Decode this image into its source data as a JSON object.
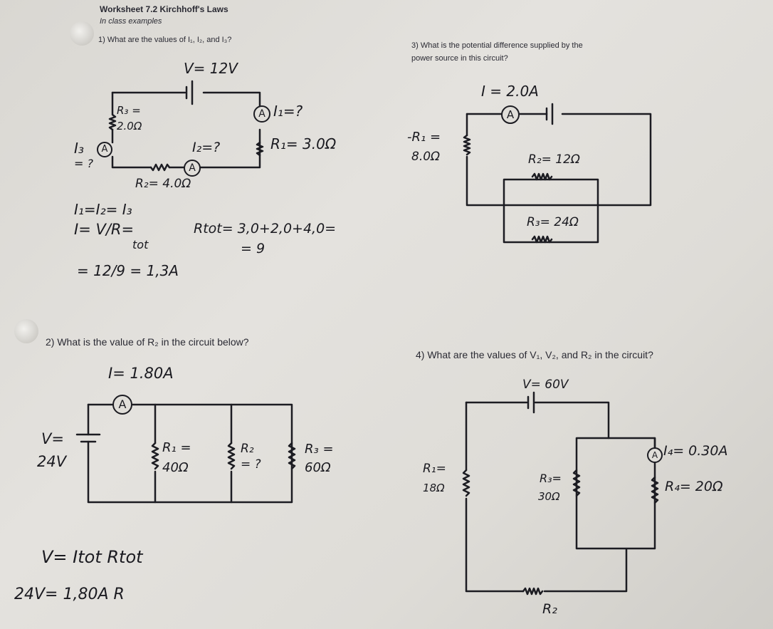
{
  "header": {
    "title": "Worksheet 7.2 Kirchhoff's Laws",
    "subtitle": "In class examples"
  },
  "q1": {
    "question": "1) What are the values of I₁, I₂, and I₃?",
    "voltage": "V= 12V",
    "r3": "R₃ =",
    "r3_val": "2.0Ω",
    "i1": "I₁=?",
    "r1": "R₁= 3.0Ω",
    "i3": "I₃",
    "i3_q": "= ?",
    "i2": "I₂=?",
    "r2": "R₂= 4.0Ω",
    "work_1": "I₁=I₂= I₃",
    "work_2": "I= V/R=",
    "work_2b": "tot",
    "work_3": "Rtot= 3,0+2,0+4,0=",
    "work_4": "= 9",
    "work_5": "= 12/9 = 1,3A"
  },
  "q2": {
    "question": "2) What is the value of R₂ in the circuit below?",
    "current": "I= 1.80A",
    "voltage_a": "V=",
    "voltage_b": "24V",
    "r1_a": "R₁ =",
    "r1_b": "40Ω",
    "r2_a": "R₂",
    "r2_b": "= ?",
    "r3_a": "R₃ =",
    "r3_b": "60Ω",
    "work_1": "V= Itot Rtot",
    "work_2": "24V= 1,80A R"
  },
  "q3": {
    "question_1": "3) What is the potential difference supplied by the",
    "question_2": "power source in this circuit?",
    "current": "I = 2.0A",
    "r1_a": "-R₁ =",
    "r1_b": "8.0Ω",
    "r2": "R₂= 12Ω",
    "r3": "R₃= 24Ω"
  },
  "q4": {
    "question": "4) What are the values of V₁, V₂, and R₂ in the circuit?",
    "voltage": "V= 60V",
    "r1_a": "R₁=",
    "r1_b": "18Ω",
    "r3_a": "R₃=",
    "r3_b": "30Ω",
    "i4": "I₄= 0.30A",
    "r4": "R₄= 20Ω",
    "r2": "R₂"
  },
  "ammeter_label": "A"
}
